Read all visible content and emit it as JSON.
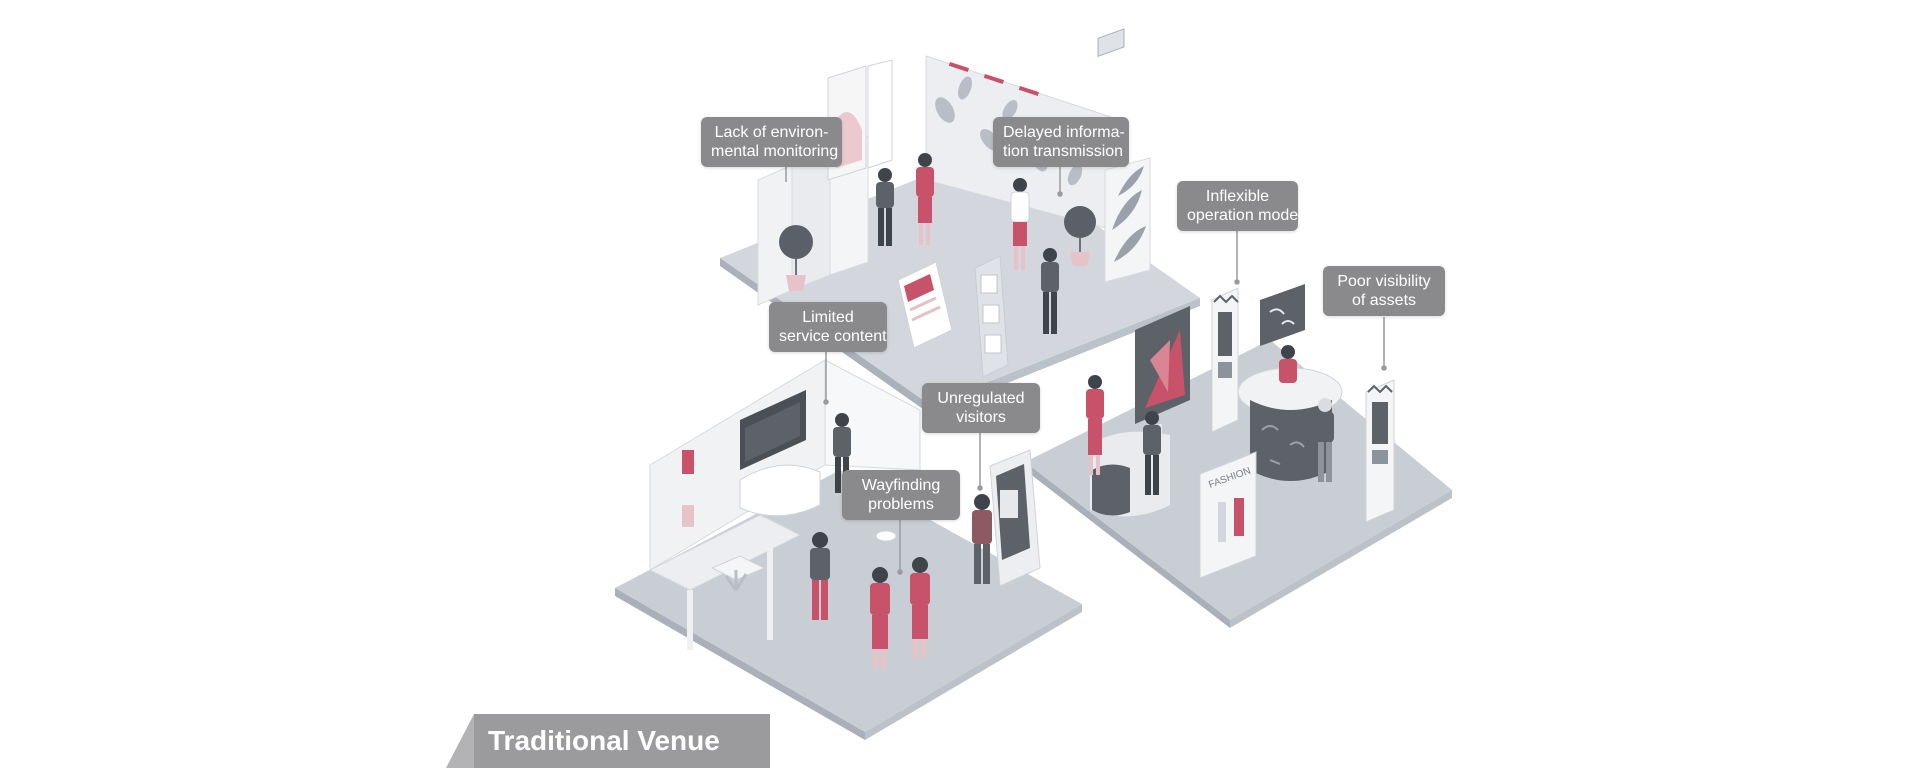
{
  "title": "Traditional Venue",
  "callouts": [
    {
      "id": "environmental",
      "lines": [
        "Lack of environ-",
        "mental monitoring"
      ]
    },
    {
      "id": "transmission",
      "lines": [
        "Delayed informa-",
        "tion transmission"
      ]
    },
    {
      "id": "operation",
      "lines": [
        "Inflexible",
        "operation mode"
      ]
    },
    {
      "id": "assets",
      "lines": [
        "Poor visibility",
        "of assets"
      ]
    },
    {
      "id": "service",
      "lines": [
        "Limited",
        "service content"
      ]
    },
    {
      "id": "visitors",
      "lines": [
        "Unregulated",
        "visitors"
      ]
    },
    {
      "id": "wayfinding",
      "lines": [
        "Wayfinding",
        "problems"
      ]
    }
  ],
  "poster_text": "FASHION",
  "colors": {
    "callout_bg": "#8a8a8c",
    "accent": "#c7526a",
    "floor": "#c8cdd4",
    "floor_edge": "#a9b0b9",
    "wall": "#f1f2f4",
    "title_bg": "#9b9b9d"
  }
}
